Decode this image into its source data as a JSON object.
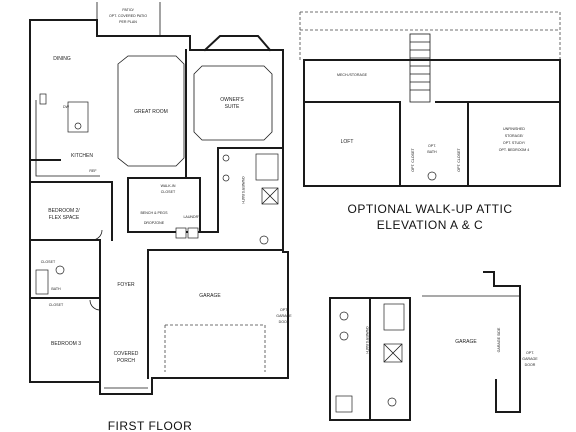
{
  "titles": {
    "first_floor": "FIRST FLOOR",
    "attic_line1": "OPTIONAL WALK-UP ATTIC",
    "attic_line2": "ELEVATION A & C"
  },
  "rooms": {
    "patio_1": "PATIO/",
    "patio_2": "OPT. COVERED PATIO",
    "patio_3": "PER PLAN",
    "dining": "DINING",
    "great_room": "GREAT ROOM",
    "owners_suite_1": "OWNER'S",
    "owners_suite_2": "SUITE",
    "kitchen": "KITCHEN",
    "dw": "DW",
    "ref": "REF",
    "walkin_1": "WALK-IN",
    "walkin_2": "CLOSET",
    "owners_bath": "OWNER'S BATH",
    "bench_pegs": "BENCH & PEGS",
    "dropzone": "DROPZONE",
    "laundry": "LAUNDRY",
    "bedroom2_1": "BEDROOM 2/",
    "bedroom2_2": "FLEX SPACE",
    "closet_a": "CLOSET",
    "bath": "BATH",
    "closet_b": "CLOSET",
    "foyer": "FOYER",
    "garage": "GARAGE",
    "opt_garage_door_1": "OPT.",
    "opt_garage_door_2": "GARAGE",
    "opt_garage_door_3": "DOOR",
    "bedroom3": "BEDROOM 3",
    "covered_porch_1": "COVERED",
    "covered_porch_2": "PORCH",
    "mech_storage": "MECH./STORAGE",
    "loft": "LOFT",
    "opt_closet_a": "OPT. CLOSET",
    "opt_bath_1": "OPT.",
    "opt_bath_2": "BATH",
    "opt_closet_b": "OPT. CLOSET",
    "unfinished_1": "UNFINISHED",
    "unfinished_2": "STORAGE/",
    "unfinished_3": "OPT. STUDY/",
    "unfinished_4": "OPT. BEDROOM 4",
    "inset_owners_bath": "OWNER'S BATH",
    "inset_garage": "GARAGE",
    "inset_garage_side": "GARAGE SIDE",
    "inset_opt_1": "OPT.",
    "inset_opt_2": "GARAGE",
    "inset_opt_3": "DOOR"
  }
}
